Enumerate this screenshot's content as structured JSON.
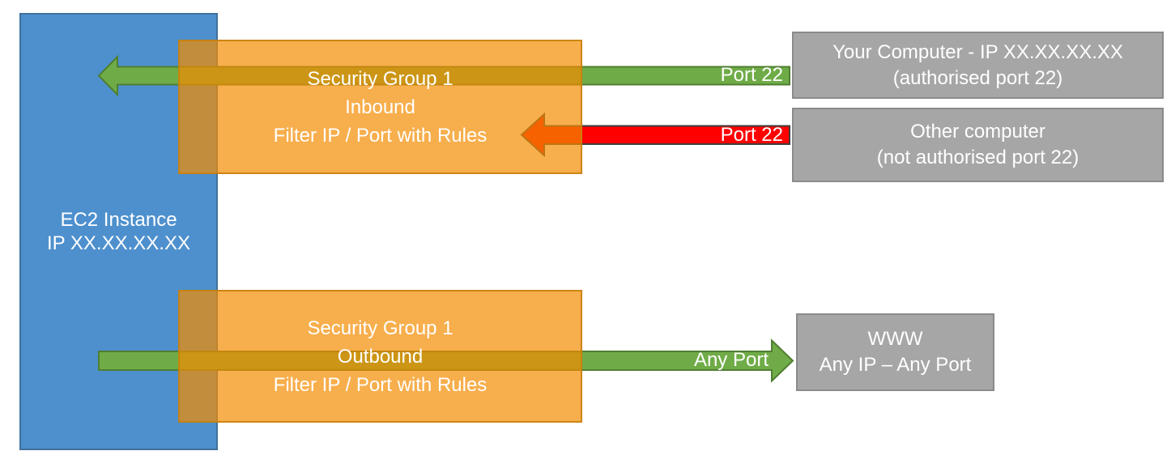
{
  "ec2_box": {
    "line1": "EC2 Instance",
    "line2": "IP XX.XX.XX.XX"
  },
  "inbound_box": {
    "line1": "Security Group 1",
    "line2": "Inbound",
    "line3": "Filter IP / Port with Rules"
  },
  "outbound_box": {
    "line1": "Security Group 1",
    "line2": "Outbound",
    "line3": "Filter IP / Port with Rules"
  },
  "your_computer_box": {
    "line1": "Your Computer - IP XX.XX.XX.XX",
    "line2": "(authorised port 22)"
  },
  "other_computer_box": {
    "line1": "Other computer",
    "line2": "(not authorised port 22)"
  },
  "www_box": {
    "line1": "WWW",
    "line2": "Any IP – Any Port"
  },
  "arrow_labels": {
    "inbound_allowed": "Port 22",
    "inbound_blocked": "Port 22",
    "outbound": "Any Port"
  },
  "colors": {
    "ec2_fill": "#4E90CD",
    "ec2_border": "#41719C",
    "security_group_fill": "#F7AE4C",
    "security_group_overlap": "#C28D3E",
    "arrow_under_group": "#CC9515",
    "allowed_arrow_fill": "#6FAC47",
    "allowed_arrow_border": "#507E32",
    "blocked_arrow_fill": "#FF0000",
    "blocked_arrow_border": "#3F3F3F",
    "endpoint_fill": "#A6A6A6",
    "endpoint_border": "#8A8A8A",
    "text": "#FFFFFF"
  }
}
